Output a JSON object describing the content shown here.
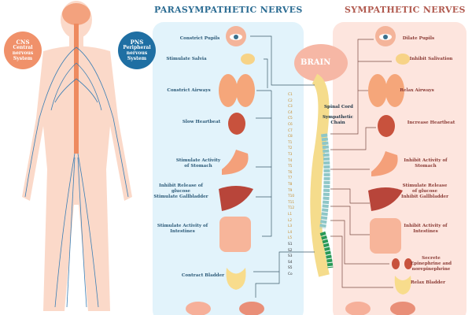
{
  "titles": {
    "para": "PARASYMPATHETIC NERVES",
    "symp": "SYMPATHETIC NERVES"
  },
  "cns": {
    "abbr": "CNS",
    "l1": "Central",
    "l2": "nervous",
    "l3": "System"
  },
  "pns": {
    "abbr": "PNS",
    "l1": "Peripheral",
    "l2": "nervous",
    "l3": "System"
  },
  "brain": "BRAIN",
  "spinal_cord": "Spinal Cord",
  "sympathetic_chain": [
    "Sympathetic",
    "Chain"
  ],
  "segments": [
    "C1",
    "C2",
    "C3",
    "C4",
    "C5",
    "C6",
    "C7",
    "C8",
    "T1",
    "T2",
    "T3",
    "T4",
    "T5",
    "T6",
    "T7",
    "T8",
    "T9",
    "T10",
    "T11",
    "T12",
    "L1",
    "L2",
    "L3",
    "L4",
    "L5",
    "S1",
    "S2",
    "S3",
    "S4",
    "S5",
    "Co"
  ],
  "para": [
    [
      "Constrict Pupils"
    ],
    [
      "Stimulate Salvia"
    ],
    [
      "Constrict Airways"
    ],
    [
      "Slow Heartbeat"
    ],
    [
      "Stimulate Activity",
      "of Stomach"
    ],
    [
      "Inhibit Release of",
      "glucose",
      "Stimulate Gallbladder"
    ],
    [
      "Stimulate Activity of",
      "Intestines"
    ],
    [
      "Contract Bladder"
    ]
  ],
  "symp": [
    [
      "Dilate Pupils"
    ],
    [
      "Inhibit Salivation"
    ],
    [
      "Relax Airways"
    ],
    [
      "Increase Heartbeat"
    ],
    [
      "Inhibit Activity of",
      "Stomach"
    ],
    [
      "Stimulate Release",
      "of glucose",
      "Inhibit Gallbladder"
    ],
    [
      "Inhibit Activity of",
      "Intestines"
    ],
    [
      "Secrete",
      "Epinephrine and",
      "norepinephrine"
    ],
    [
      "Relax Bladder"
    ]
  ],
  "colors": {
    "para_bg": "#e2f3fb",
    "symp_bg": "#fde5de",
    "para_text": "#2c5a78",
    "symp_text": "#8a3b35",
    "cns": "#f0916a",
    "pns": "#1f6fa3"
  }
}
